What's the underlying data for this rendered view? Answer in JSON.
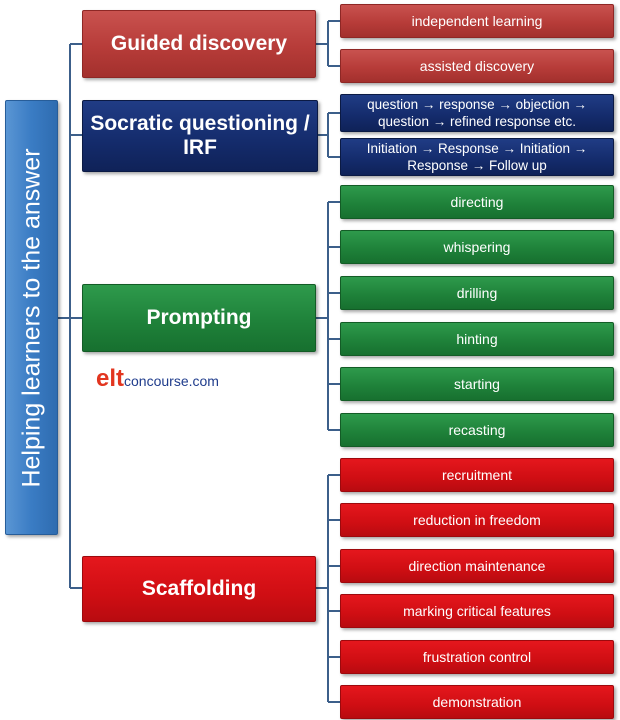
{
  "root": {
    "label": "Helping learners to the answer"
  },
  "categories": [
    {
      "label": "Guided discovery",
      "items": [
        "independent learning",
        "assisted discovery"
      ]
    },
    {
      "label": "Socratic questioning / IRF",
      "items": [
        "question → response → objection → question → refined response etc.",
        "Initiation → Response → Initiation → Response → Follow up"
      ]
    },
    {
      "label": "Prompting",
      "items": [
        "directing",
        "whispering",
        "drilling",
        "hinting",
        "starting",
        "recasting"
      ]
    },
    {
      "label": "Scaffolding",
      "items": [
        "recruitment",
        "reduction in freedom",
        "direction maintenance",
        "marking critical features",
        "frustration control",
        "demonstration"
      ]
    }
  ],
  "logo": {
    "prefix": "elt",
    "suffix": "concourse.com"
  },
  "colors": {
    "guided": "#b73c39",
    "socratic": "#142b6b",
    "prompting": "#1f823a",
    "scaffolding": "#cf0e13",
    "root": "#3a7cc4",
    "connector": "#3c5f8a"
  }
}
